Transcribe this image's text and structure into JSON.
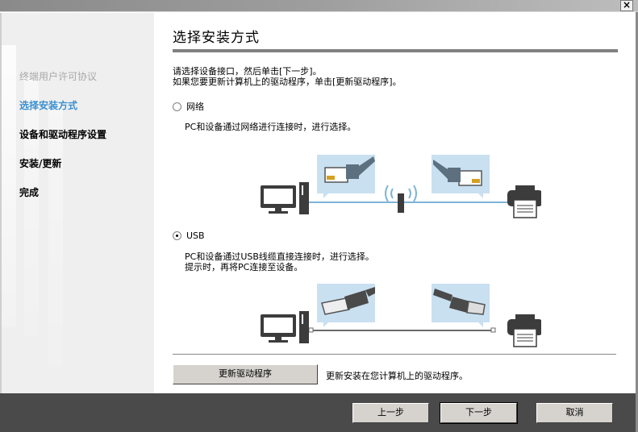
{
  "window": {
    "close_label": "×"
  },
  "sidebar": {
    "steps": [
      {
        "label": "终端用户许可协议",
        "state": "done"
      },
      {
        "label": "选择安装方式",
        "state": "active"
      },
      {
        "label": "设备和驱动程序设置",
        "state": "pending"
      },
      {
        "label": "安装/更新",
        "state": "pending"
      },
      {
        "label": "完成",
        "state": "pending"
      }
    ]
  },
  "main": {
    "title": "选择安装方式",
    "intro_line1": "请选择设备接口，然后单击[下一步]。",
    "intro_line2": "如果您要更新计算机上的驱动程序，单击[更新驱动程序]。",
    "options": [
      {
        "label": "网络",
        "checked": false,
        "desc_line1": "PC和设备通过网络进行连接时，进行选择。",
        "desc_line2": ""
      },
      {
        "label": "USB",
        "checked": true,
        "desc_line1": "PC和设备通过USB线缆直接连接时，进行选择。",
        "desc_line2": "提示时，再将PC连接至设备。"
      }
    ],
    "update_button": "更新驱动程序",
    "update_desc": "更新安装在您计算机上的驱动程序。"
  },
  "footer": {
    "back": "上一步",
    "next": "下一步",
    "cancel": "取消"
  },
  "colors": {
    "accent": "#3a8fd0",
    "network_line": "#7fb4d8",
    "usb_line": "#6a6a6a",
    "panel_bg": "#c9e0f0",
    "device": "#3c3c3c",
    "footer_bg": "#4a4a4a"
  }
}
